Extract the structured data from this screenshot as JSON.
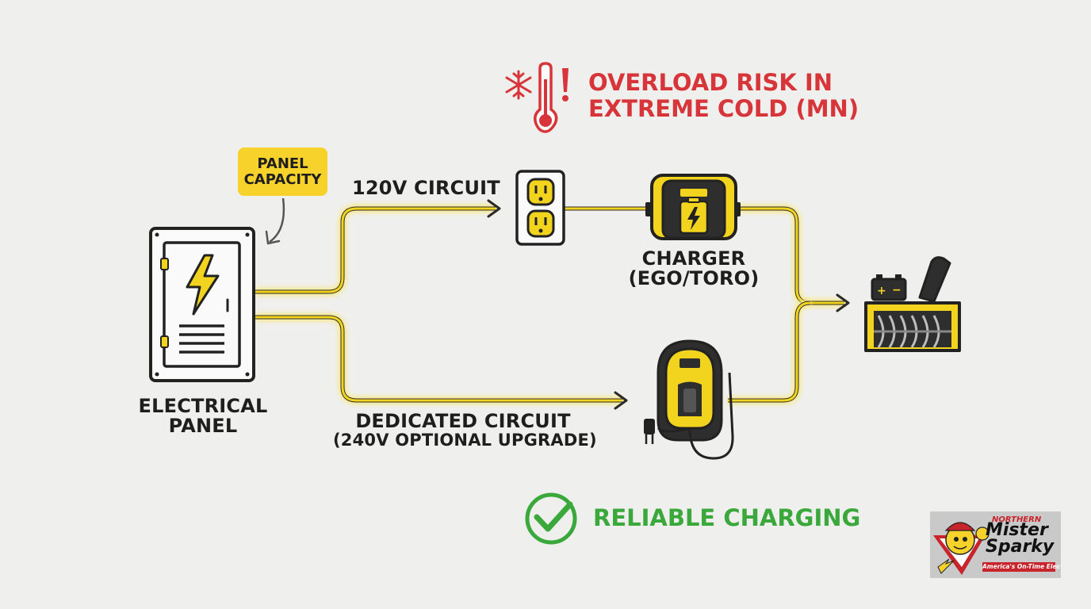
{
  "warning": {
    "line1": "OVERLOAD RISK IN",
    "line2": "EXTREME COLD (MN)"
  },
  "panel_tag": {
    "line1": "PANEL",
    "line2": "CAPACITY"
  },
  "panel_label": {
    "line1": "ELECTRICAL",
    "line2": "PANEL"
  },
  "circuit_120": "120V CIRCUIT",
  "charger_label": {
    "line1": "CHARGER",
    "line2": "(EGO/TORO)"
  },
  "dedicated": {
    "line1": "DEDICATED CIRCUIT",
    "line2": "(240V OPTIONAL UPGRADE)"
  },
  "success": "RELIABLE CHARGING",
  "logo": {
    "top": "NORTHERN",
    "line1": "Mister",
    "line2": "Sparky",
    "tagline": "America's On-Time Electrician"
  },
  "colors": {
    "wire": "#f2d41f",
    "danger": "#d8353a",
    "success": "#3aa83b",
    "ink": "#1e1e1e",
    "accent": "#f6d22a"
  },
  "icons": [
    "snowflake-icon",
    "thermometer-icon",
    "exclamation-icon",
    "electrical-panel-icon",
    "lightning-icon",
    "outlet-icon",
    "charger-icon",
    "wall-charger-icon",
    "snowblower-icon",
    "checkmark-icon"
  ]
}
